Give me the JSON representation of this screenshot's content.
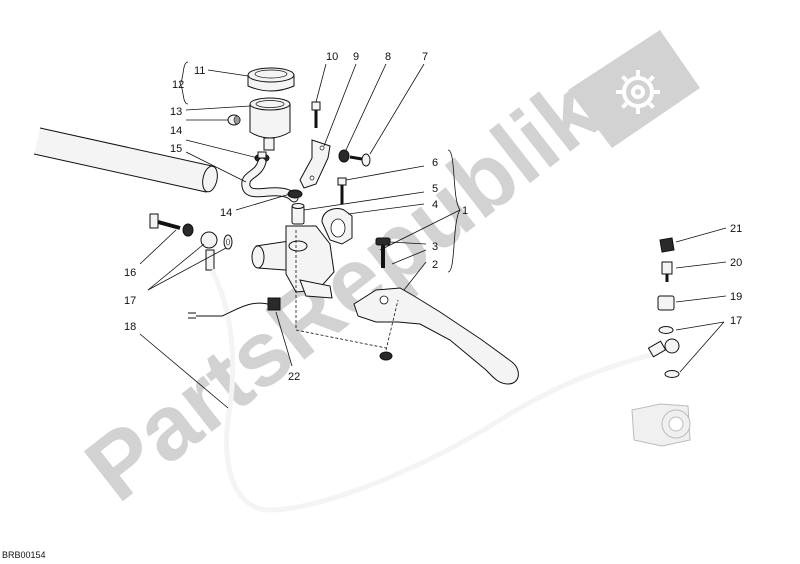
{
  "diagram_code": "BRB00154",
  "watermark": {
    "text": "PartsRepublik",
    "color": "#d2d2d2",
    "icon": "gear-icon"
  },
  "callouts": [
    {
      "id": "c1",
      "text": "1"
    },
    {
      "id": "c2",
      "text": "2"
    },
    {
      "id": "c3",
      "text": "3"
    },
    {
      "id": "c4",
      "text": "4"
    },
    {
      "id": "c5",
      "text": "5"
    },
    {
      "id": "c6",
      "text": "6"
    },
    {
      "id": "c7",
      "text": "7"
    },
    {
      "id": "c8",
      "text": "8"
    },
    {
      "id": "c9",
      "text": "9"
    },
    {
      "id": "c10",
      "text": "10"
    },
    {
      "id": "c11",
      "text": "11"
    },
    {
      "id": "c12",
      "text": "12"
    },
    {
      "id": "c13",
      "text": "13"
    },
    {
      "id": "c14a",
      "text": "14"
    },
    {
      "id": "c14b",
      "text": "14"
    },
    {
      "id": "c15",
      "text": "15"
    },
    {
      "id": "c16",
      "text": "16"
    },
    {
      "id": "c17a",
      "text": "17"
    },
    {
      "id": "c17b",
      "text": "17"
    },
    {
      "id": "c18",
      "text": "18"
    },
    {
      "id": "c19",
      "text": "19"
    },
    {
      "id": "c20",
      "text": "20"
    },
    {
      "id": "c21",
      "text": "21"
    },
    {
      "id": "c22",
      "text": "22"
    }
  ]
}
